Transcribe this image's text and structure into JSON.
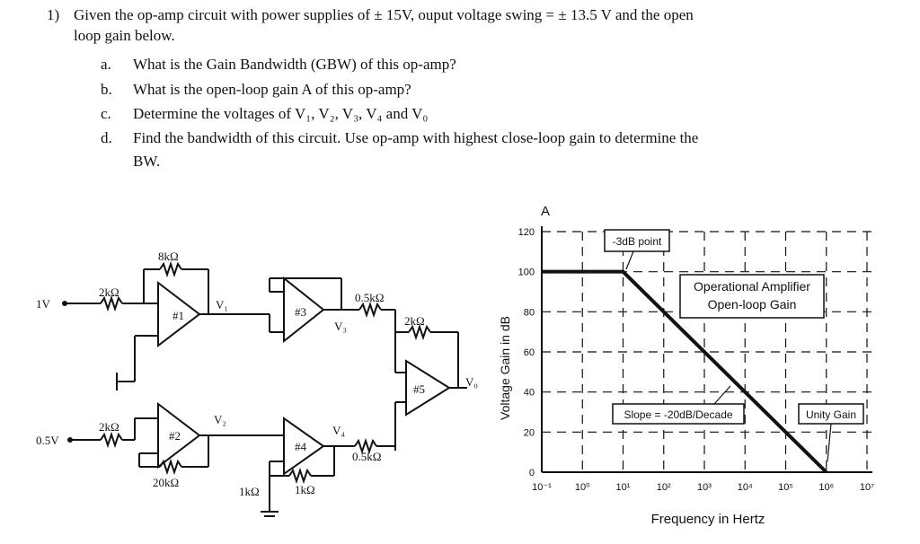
{
  "question": {
    "number": "1)",
    "line1": "Given the op-amp circuit with power supplies of ± 15V, ouput voltage swing = ± 13.5 V and the open",
    "line2": "loop gain below.",
    "parts": [
      {
        "label": "a.",
        "text": "What is the Gain Bandwidth (GBW) of this op-amp?"
      },
      {
        "label": "b.",
        "text": "What is the open-loop gain A of this op-amp?"
      },
      {
        "label": "c.",
        "text": "Determine the voltages of V₁, V₂, V₃, V₄ and V₀"
      },
      {
        "label": "d.",
        "text": "Find the bandwidth of this circuit. Use op-amp with highest close-loop gain to determine the"
      }
    ],
    "part_d_cont": "BW."
  },
  "circuit": {
    "input1": "1V",
    "input2": "0.5V",
    "r_in1": "2kΩ",
    "r_f1": "8kΩ",
    "r_in2": "2kΩ",
    "r_f2": "20kΩ",
    "r_g2": "1kΩ",
    "r_3": "0.5kΩ",
    "r_4": "0.5kΩ",
    "r_4b": "1kΩ",
    "r_5": "2kΩ",
    "amp1": "#1",
    "amp2": "#2",
    "amp3": "#3",
    "amp4": "#4",
    "amp5": "#5",
    "v1": "V₁",
    "v2": "V₂",
    "v3": "V₃",
    "v4": "V₄",
    "vo": "V₀"
  },
  "chart_data": {
    "type": "line",
    "title": "",
    "xlabel": "Frequency in Hertz",
    "ylabel": "Voltage Gain in dB",
    "y_axis_symbol": "A",
    "x_scale": "log",
    "x_ticks": [
      "10⁻¹",
      "10⁰",
      "10¹",
      "10²",
      "10³",
      "10⁴",
      "10⁵",
      "10⁶",
      "10⁷"
    ],
    "y_ticks": [
      0,
      20,
      40,
      60,
      80,
      100,
      120
    ],
    "ylim": [
      0,
      120
    ],
    "xlim": [
      0.1,
      10000000
    ],
    "grid": true,
    "series": [
      {
        "name": "Operational Amplifier Open-loop Gain",
        "x": [
          0.1,
          10,
          1000000
        ],
        "y": [
          100,
          100,
          0
        ]
      }
    ],
    "annotations": [
      {
        "text": "-3dB point"
      },
      {
        "text": "Operational Amplifier"
      },
      {
        "text": "Open-loop Gain"
      },
      {
        "text": "Slope = -20dB/Decade"
      },
      {
        "text": "Unity Gain"
      }
    ]
  }
}
